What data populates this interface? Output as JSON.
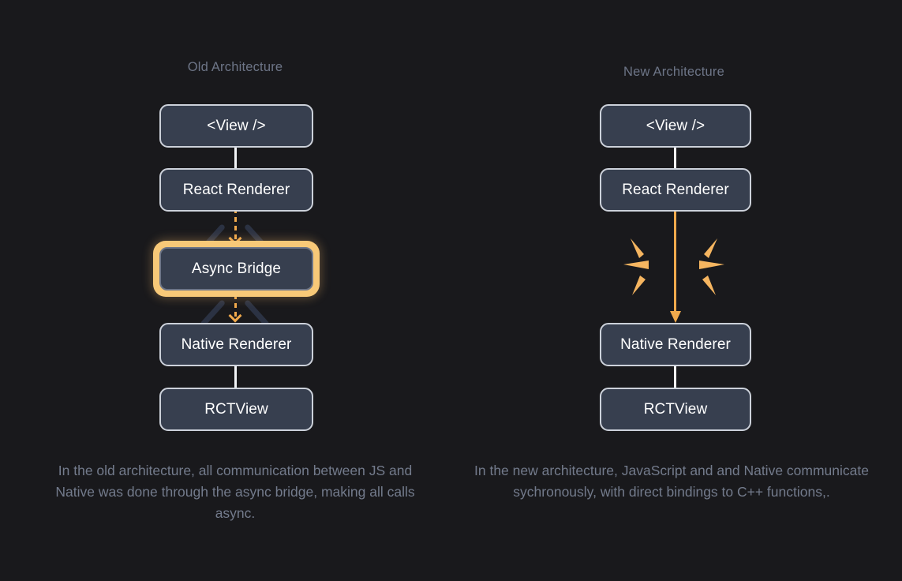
{
  "theme": {
    "background": "#19191c",
    "node_fill": "#373f4f",
    "node_border": "#ccd1da",
    "node_text": "#ffffff",
    "accent_orange": "#f0a94c",
    "highlight_ring": "#f8c978",
    "title_text": "#6d7587",
    "caption_text": "#737b8c",
    "connector": "#f2f4f7",
    "wing_dark": "#2b3243"
  },
  "diagram": {
    "type": "flow-comparison",
    "columns": [
      {
        "id": "old",
        "title": "Old Architecture",
        "nodes": [
          {
            "id": "view",
            "label": "<View />",
            "highlighted": false
          },
          {
            "id": "react",
            "label": "React Renderer",
            "highlighted": false
          },
          {
            "id": "bridge",
            "label": "Async Bridge",
            "highlighted": true
          },
          {
            "id": "native",
            "label": "Native Renderer",
            "highlighted": false
          },
          {
            "id": "rct",
            "label": "RCTView",
            "highlighted": false
          }
        ],
        "connectors": [
          {
            "from": "view",
            "to": "react",
            "style": "solid-white"
          },
          {
            "from": "react",
            "to": "bridge",
            "style": "dashed-orange-arrow"
          },
          {
            "from": "bridge",
            "to": "native",
            "style": "dashed-orange-arrow"
          },
          {
            "from": "native",
            "to": "rct",
            "style": "solid-white"
          }
        ],
        "caption": "In the old architecture, all communication between JS and Native was done through the async bridge, making all calls async."
      },
      {
        "id": "new",
        "title": "New Architecture",
        "nodes": [
          {
            "id": "view",
            "label": "<View />",
            "highlighted": false
          },
          {
            "id": "react",
            "label": "React Renderer",
            "highlighted": false
          },
          {
            "id": "native",
            "label": "Native Renderer",
            "highlighted": false
          },
          {
            "id": "rct",
            "label": "RCTView",
            "highlighted": false
          }
        ],
        "connectors": [
          {
            "from": "view",
            "to": "react",
            "style": "solid-white"
          },
          {
            "from": "react",
            "to": "native",
            "style": "solid-orange-arrow"
          },
          {
            "from": "native",
            "to": "rct",
            "style": "solid-white"
          }
        ],
        "effects": [
          {
            "id": "burst",
            "name": "sparkle-burst",
            "rays": 6,
            "color": "#f0a94c"
          }
        ],
        "caption": "In the new architecture, JavaScript and and Native communicate sychronously, with direct bindings to C++ functions,."
      }
    ]
  }
}
